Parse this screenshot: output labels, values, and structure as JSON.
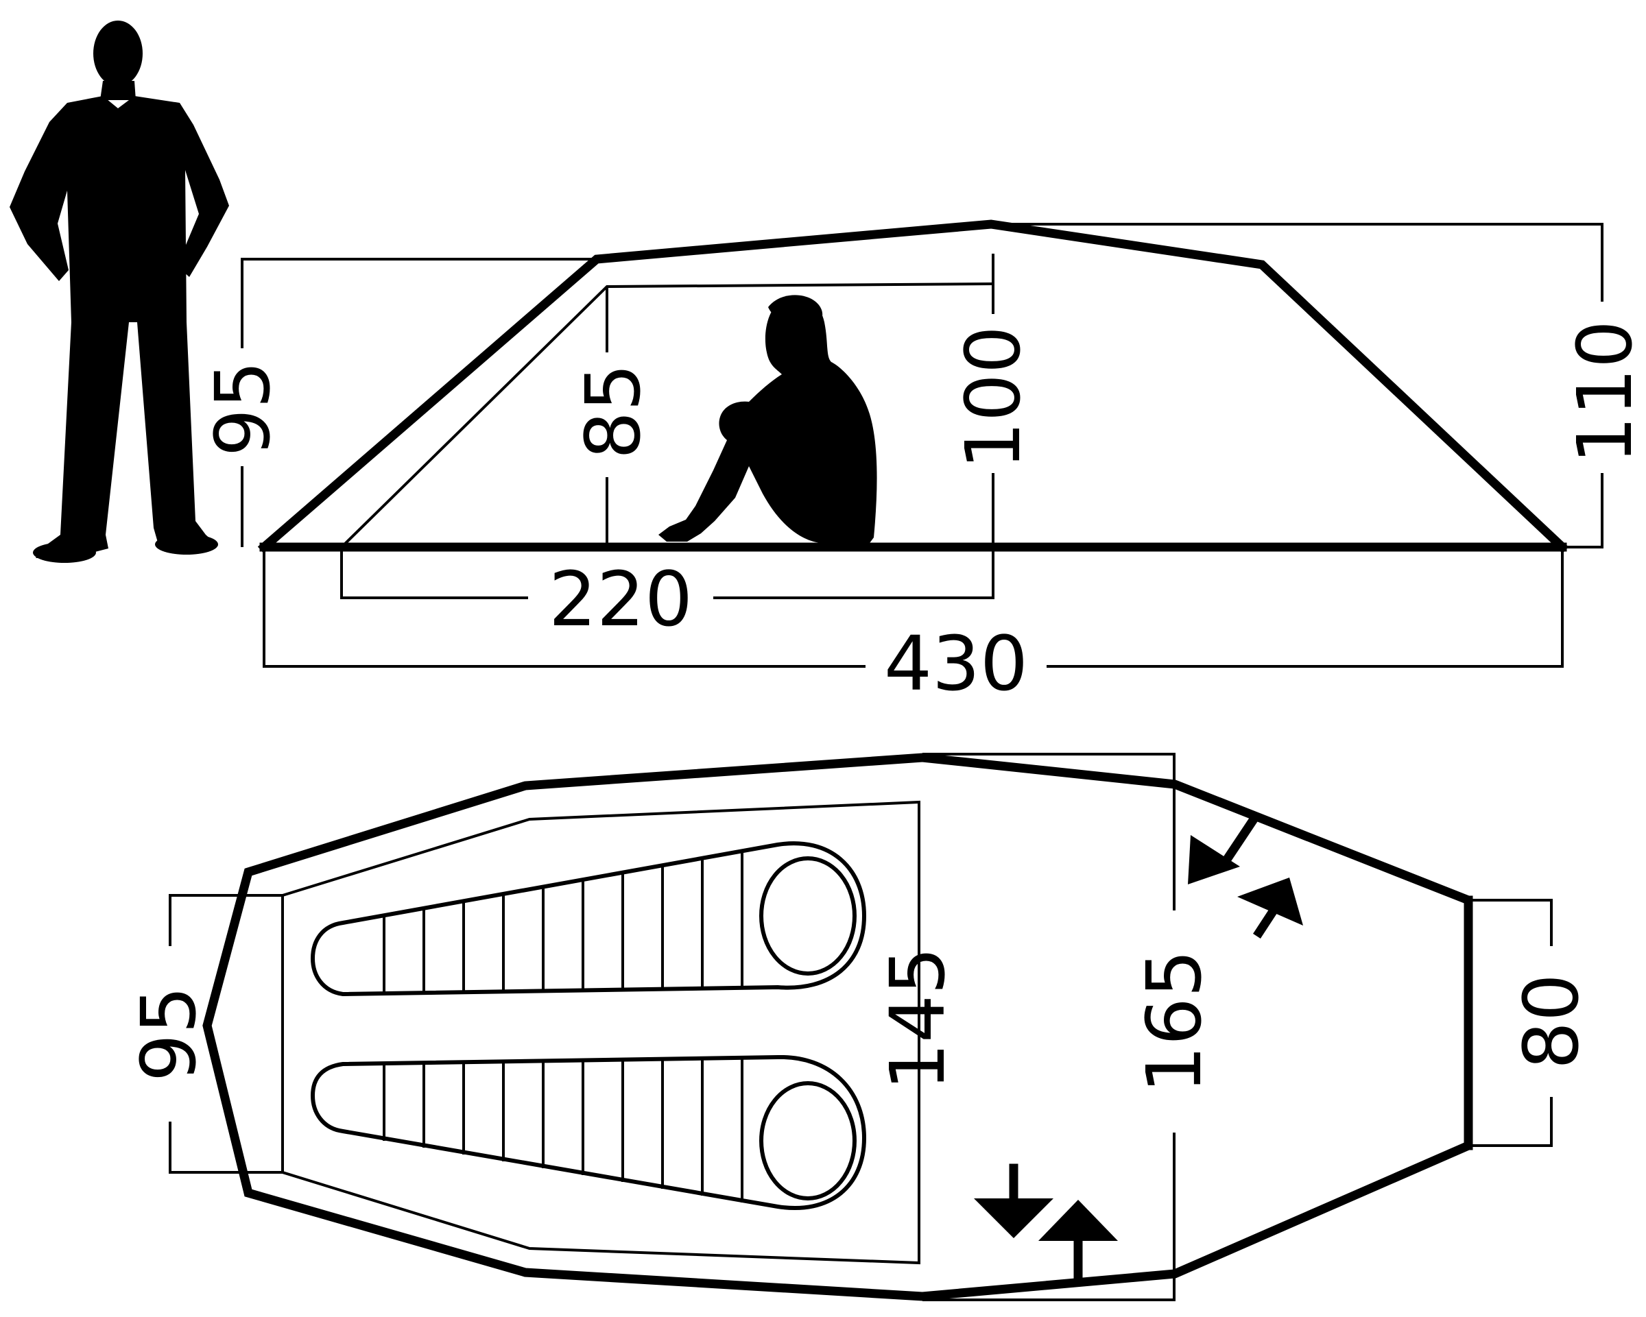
{
  "side_view": {
    "dims": {
      "front_height": "95",
      "inner_height": "85",
      "peak_inner_height": "100",
      "peak_height": "110",
      "inner_length": "220",
      "total_length": "430"
    }
  },
  "top_view": {
    "dims": {
      "front_width": "95",
      "inner_width": "145",
      "vestibule_width": "165",
      "rear_width": "80"
    }
  },
  "colors": {
    "line": "#000000",
    "background": "#ffffff"
  }
}
